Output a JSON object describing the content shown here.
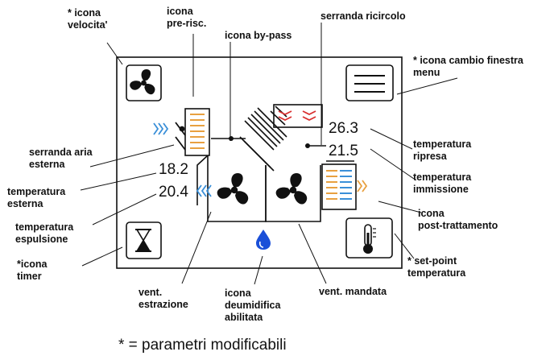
{
  "annotations": {
    "fan_speed_icon": [
      "* icona",
      "velocita'"
    ],
    "preheat_icon": [
      "icona",
      "pre-risc."
    ],
    "bypass_icon": "icona by-pass",
    "recirc_damper": "serranda ricircolo",
    "menu_icon": [
      "* icona cambio finestra",
      "menu"
    ],
    "outside_damper": [
      "serranda aria",
      "esterna"
    ],
    "outside_temp": [
      "temperatura",
      "esterna"
    ],
    "exhaust_temp": [
      "temperatura",
      "espulsione"
    ],
    "timer_icon": [
      "*icona",
      "timer"
    ],
    "extract_fan": [
      "vent.",
      "estrazione"
    ],
    "dehumidify_icon": [
      "icona",
      "deumidifica",
      "abilitata"
    ],
    "supply_fan": "vent. mandata",
    "setpoint": [
      "* set-point",
      "temperatura"
    ],
    "return_temp": [
      "temperatura",
      "ripresa"
    ],
    "supply_temp": [
      "temperatura",
      "immissione"
    ],
    "posttreat_icon": [
      "icona",
      "post-trattamento"
    ]
  },
  "readings": {
    "outside_temp": "18.2",
    "exhaust_temp": "20.4",
    "return_temp": "26.3",
    "supply_temp": "21.5"
  },
  "footnote": "* = parametri modificabili",
  "icons": {
    "fan_speed": "fan-icon",
    "menu": "hamburger-menu-icon",
    "timer": "hourglass-icon",
    "setpoint": "thermometer-icon",
    "extract_fan": "fan-icon",
    "supply_fan": "fan-icon",
    "dehumidify": "water-drop-icon"
  },
  "colors": {
    "cold": "#3a8fd8",
    "warm": "#e8a040",
    "heat": "#d93030",
    "drop": "#1a4fd8"
  }
}
